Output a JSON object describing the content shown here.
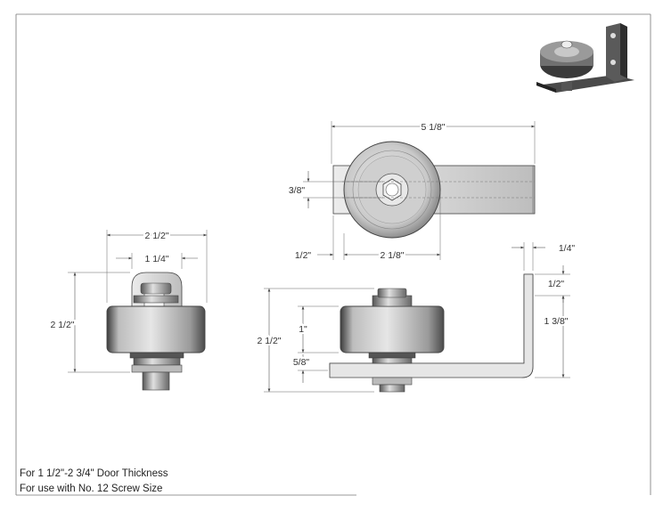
{
  "dimensions": {
    "top_overall_width": "5 1/8\"",
    "top_hex_height": "3/8\"",
    "top_left_offset": "1/2\"",
    "top_wheel_width": "2 1/8\"",
    "side_overall_width": "2 1/2\"",
    "side_inner_width": "1 1/4\"",
    "side_overall_height": "2 1/2\"",
    "front_overall_height": "2 1/2\"",
    "front_wheel_height": "1\"",
    "front_base_height": "5/8\"",
    "bracket_thickness": "1/4\"",
    "bracket_top": "1/2\"",
    "bracket_height": "1 3/8\""
  },
  "notes": {
    "line1": "For 1 1/2\"-2 3/4\" Door Thickness",
    "line2": "For use with No. 12 Screw Size"
  },
  "colors": {
    "part_dark": "#3a3a3a",
    "part_mid": "#8a8a8a",
    "part_light": "#d9d9d9",
    "dim_line": "#555555"
  }
}
